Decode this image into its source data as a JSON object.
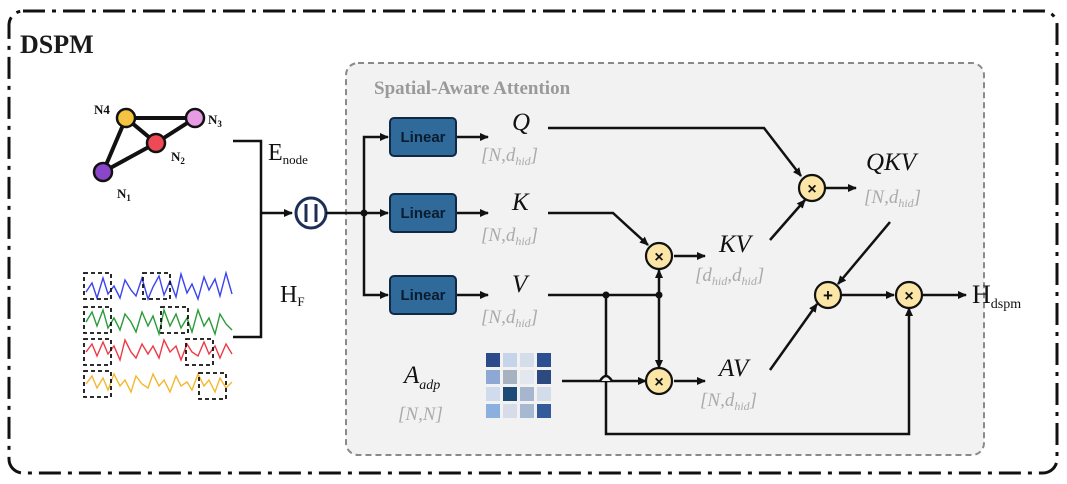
{
  "title": "DSPM",
  "attention": {
    "title": "Spatial-Aware Attention"
  },
  "graph": {
    "nodes": [
      "N4",
      "N3",
      "N2",
      "N1"
    ]
  },
  "linear_label": "Linear",
  "concat_symbol": "||",
  "inputs": {
    "e_node": "E",
    "e_node_sub": "node",
    "h_f": "H",
    "h_f_sub": "F"
  },
  "branches": {
    "q": "Q",
    "k": "K",
    "v": "V",
    "q_dim": "[N,d",
    "k_dim": "[N,d",
    "v_dim": "[N,d",
    "hid": "hid",
    "close": "]"
  },
  "kv": {
    "label": "KV",
    "dim_open": "[d",
    "hid1": "hid",
    "sep": ",d",
    "hid2": "hid",
    "close": "]"
  },
  "qkv": {
    "label": "QKV",
    "dim": "[N,d",
    "hid": "hid",
    "close": "]"
  },
  "av": {
    "label": "AV",
    "dim": "[N,d",
    "hid": "hid",
    "close": "]"
  },
  "a_adp": {
    "label": "A",
    "sub": "adp",
    "dim": "[N,N]"
  },
  "output": {
    "label": "H",
    "sub": "dspm"
  },
  "operators": {
    "mul": "×",
    "add": "+"
  },
  "colors": {
    "linear_box": "#2f6a9b",
    "operator_fill": "#fbe6a8",
    "node_yellow": "#f5c342",
    "node_pink": "#e79be3",
    "node_red": "#ee4a55",
    "node_purple": "#8a46c9",
    "signal_blue": "#3b44ee",
    "signal_green": "#2b9b3a",
    "signal_red": "#ee3a45",
    "signal_yellow": "#f4b730",
    "dim_gray": "#aaaaaa"
  },
  "heatmap": [
    [
      "#2b4b8a",
      "#c6d4ea",
      "#d5dde9",
      "#2c4f91"
    ],
    [
      "#8ea8d4",
      "#a6b2c0",
      "#e3e7ee",
      "#2d4a80"
    ],
    [
      "#d0dbee",
      "#1e4a78",
      "#a7b6cf",
      "#d3dce9"
    ],
    [
      "#8bb0df",
      "#d6dde8",
      "#a7b8d2",
      "#335a99"
    ]
  ]
}
